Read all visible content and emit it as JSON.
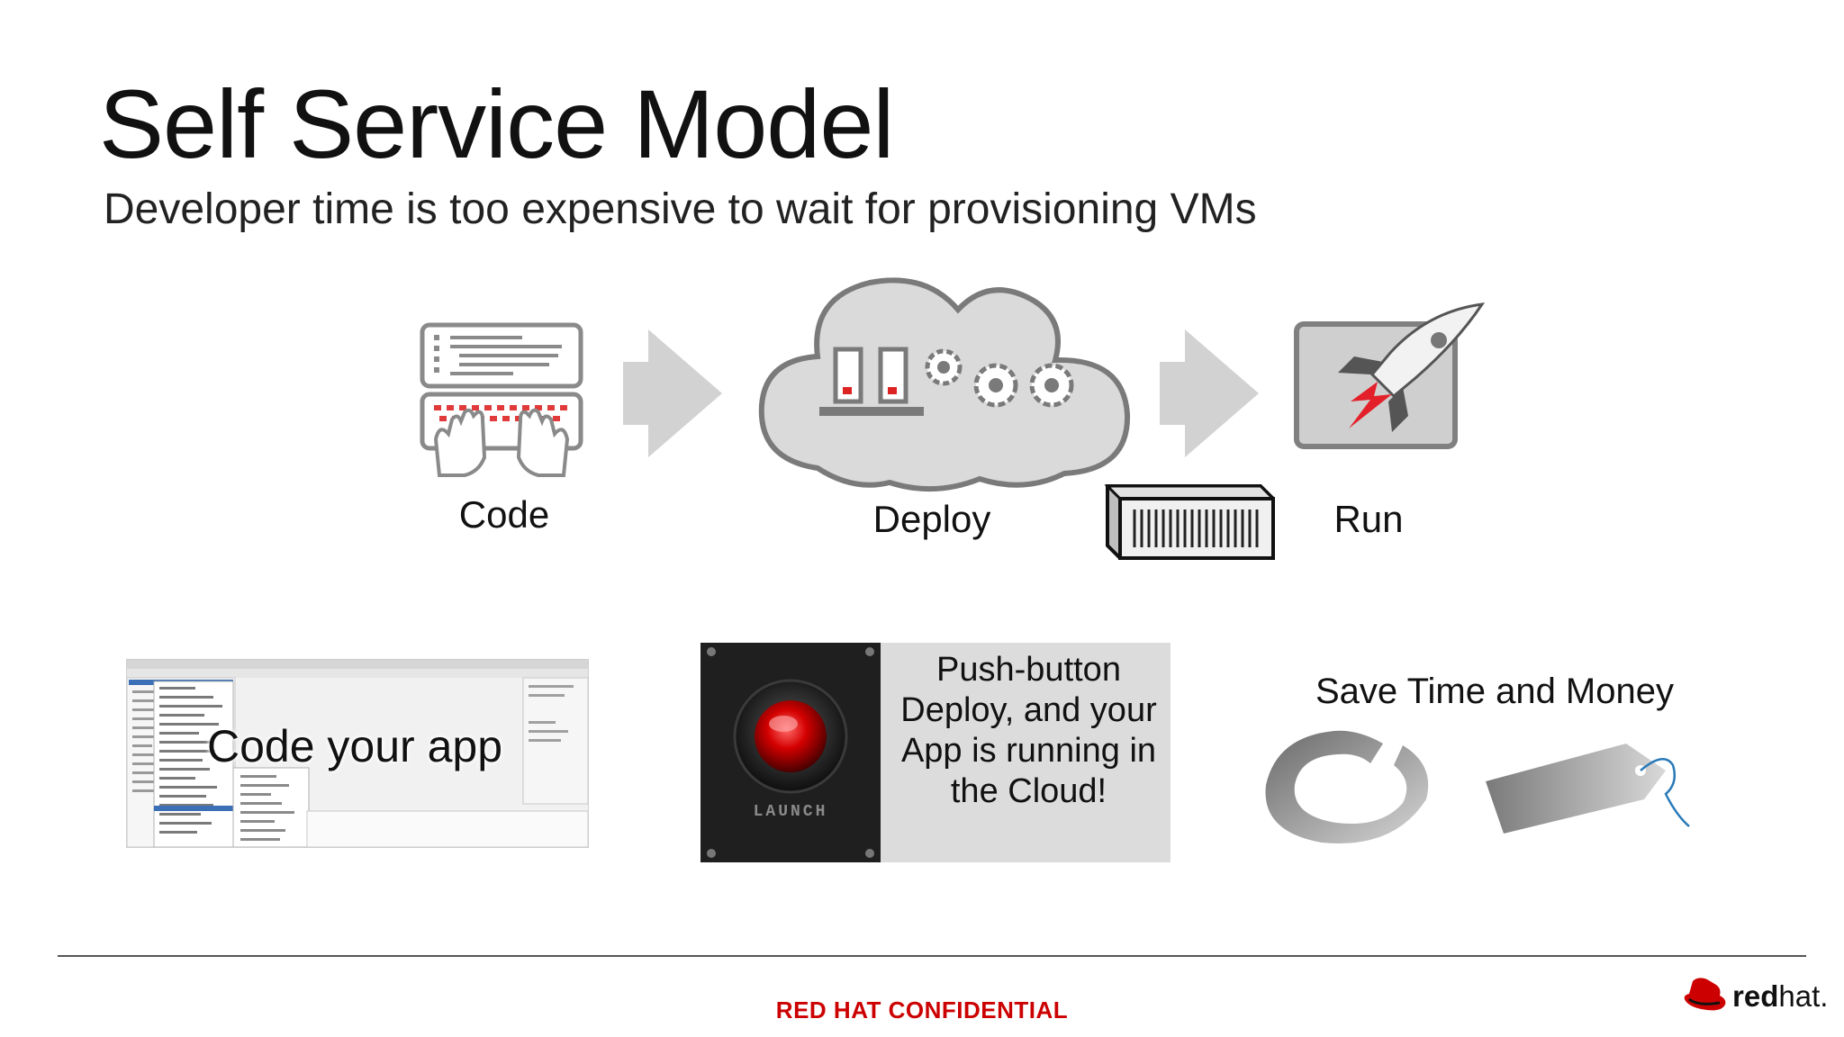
{
  "slide": {
    "title": "Self Service Model",
    "subtitle": "Developer time is too expensive to wait for provisioning VMs"
  },
  "diagram": {
    "steps": [
      {
        "label": "Code",
        "icon": "keyboard-code-icon"
      },
      {
        "label": "Deploy",
        "icon": "cloud-gears-icon"
      },
      {
        "label": "Run",
        "icon": "rocket-icon"
      }
    ],
    "server_icon": "server-appliance-icon"
  },
  "panels": {
    "code_app": {
      "caption": "Code your app",
      "image": "ide-screenshot"
    },
    "launch": {
      "button_word": "LAUNCH",
      "text": "Push-button Deploy, and your App is running in the Cloud!"
    },
    "save": {
      "label": "Save Time and Money",
      "icons": [
        "refresh-cycle-icon",
        "price-tag-icon"
      ]
    }
  },
  "footer": {
    "confidential": "RED HAT CONFIDENTIAL",
    "brand_bold": "red",
    "brand_light": "hat."
  },
  "colors": {
    "accent_red": "#cc0000",
    "icon_gray": "#cfcfcf",
    "icon_stroke": "#808080"
  }
}
